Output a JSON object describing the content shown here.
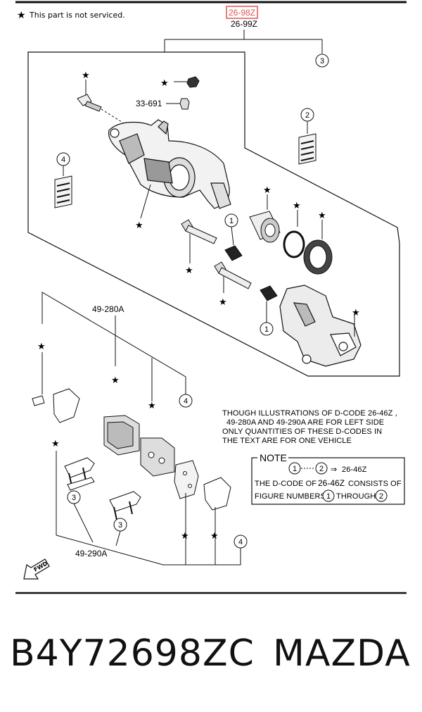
{
  "header_note": {
    "star": "★",
    "text": "This part is not serviced."
  },
  "codes": {
    "highlighted": "26-98Z",
    "assembly": "26-99Z",
    "bolt": "33-691",
    "pad_set": "49-280A",
    "clip_set": "49-290A"
  },
  "callouts": [
    "1",
    "2",
    "3",
    "4"
  ],
  "fwd_label": "FWD",
  "illustration_note": [
    "THOUGH ILLUSTRATIONS OF D-CODE  26-46Z ,",
    "49-280A AND 49-290A  ARE FOR LEFT SIDE",
    "ONLY QUANTITIES OF THESE D-CODES IN",
    "THE TEXT ARE FOR ONE VEHICLE"
  ],
  "note_box": {
    "title": "NOTE",
    "arrow_target": "26-46Z",
    "line2_pre": "THE D-CODE OF  ",
    "line2_code": "26-46Z",
    "line2_post": "  CONSISTS OF",
    "line3_pre": "FIGURE NUMBERS",
    "line3_mid": "THROUGH"
  },
  "footer": {
    "part_number": "B4Y72698ZC",
    "brand": "MAZDA"
  },
  "colors": {
    "highlight_box": "#e05555",
    "ink": "#111111"
  }
}
